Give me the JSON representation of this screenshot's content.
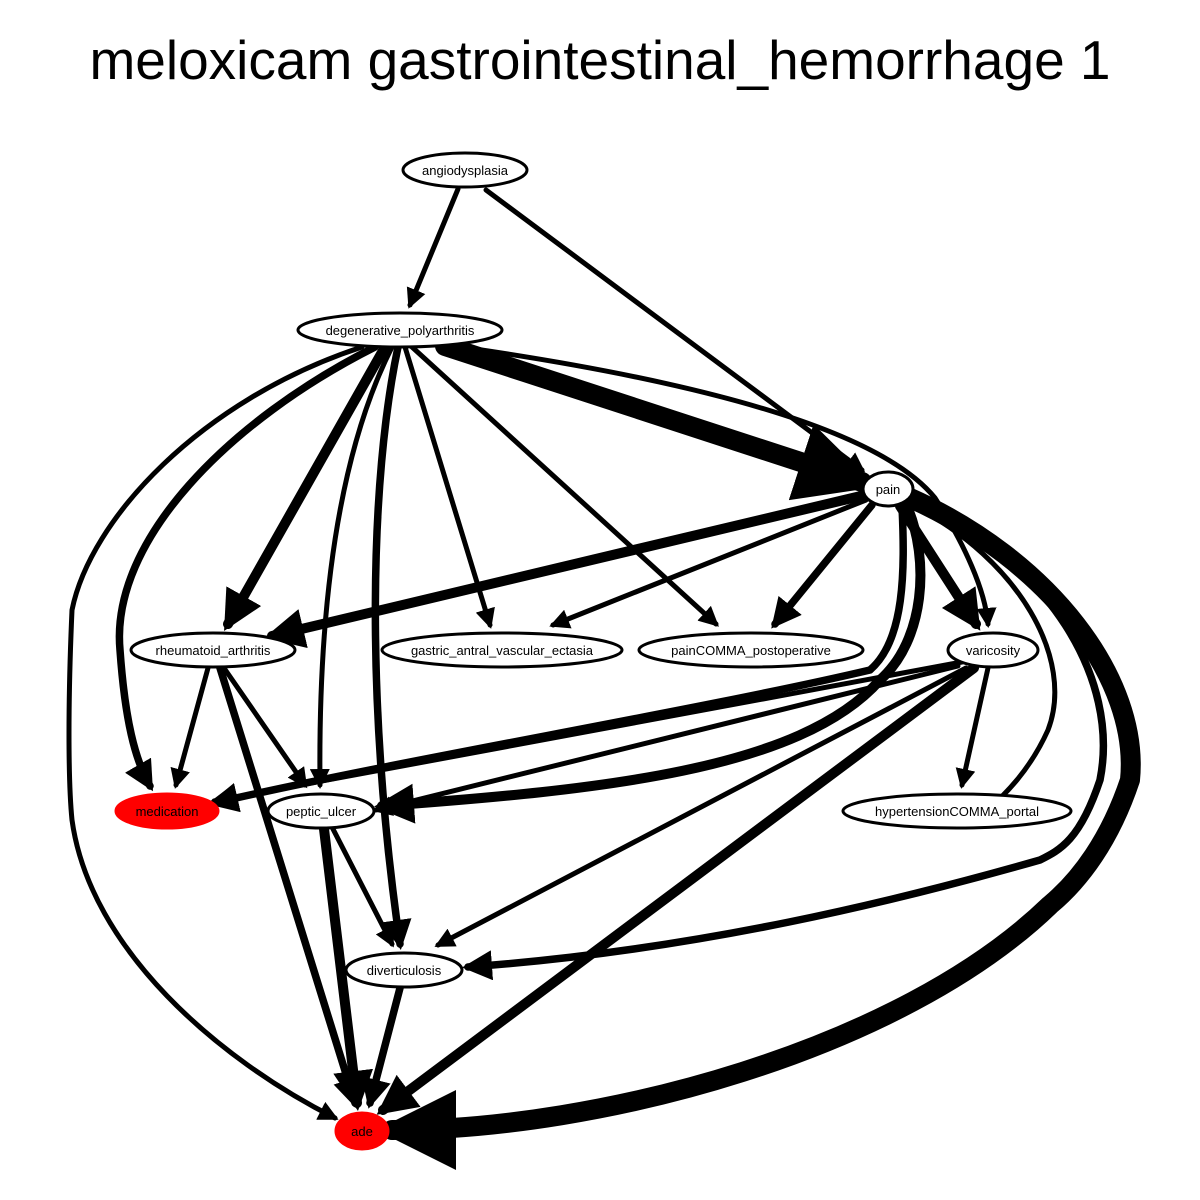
{
  "title": "meloxicam gastrointestinal_hemorrhage 1",
  "colors": {
    "highlight": "#ff0000",
    "normal": "#ffffff",
    "stroke": "#000000"
  },
  "nodes": [
    {
      "id": "angiodysplasia",
      "label": "angiodysplasia",
      "highlight": false
    },
    {
      "id": "degenerative_polyarthritis",
      "label": "degenerative_polyarthritis",
      "highlight": false
    },
    {
      "id": "pain",
      "label": "pain",
      "highlight": false
    },
    {
      "id": "rheumatoid_arthritis",
      "label": "rheumatoid_arthritis",
      "highlight": false
    },
    {
      "id": "gastric_antral_vascular_ectasia",
      "label": "gastric_antral_vascular_ectasia",
      "highlight": false
    },
    {
      "id": "painCOMMA_postoperative",
      "label": "painCOMMA_postoperative",
      "highlight": false
    },
    {
      "id": "varicosity",
      "label": "varicosity",
      "highlight": false
    },
    {
      "id": "medication",
      "label": "medication",
      "highlight": true
    },
    {
      "id": "peptic_ulcer",
      "label": "peptic_ulcer",
      "highlight": false
    },
    {
      "id": "hypertensionCOMMA_portal",
      "label": "hypertensionCOMMA_portal",
      "highlight": false
    },
    {
      "id": "diverticulosis",
      "label": "diverticulosis",
      "highlight": false
    },
    {
      "id": "ade",
      "label": "ade",
      "highlight": true
    }
  ],
  "edges": [
    {
      "from": "angiodysplasia",
      "to": "degenerative_polyarthritis",
      "weight": 1
    },
    {
      "from": "angiodysplasia",
      "to": "pain",
      "weight": 1
    },
    {
      "from": "degenerative_polyarthritis",
      "to": "pain",
      "weight": 4
    },
    {
      "from": "degenerative_polyarthritis",
      "to": "rheumatoid_arthritis",
      "weight": 2
    },
    {
      "from": "degenerative_polyarthritis",
      "to": "medication",
      "weight": 1.5
    },
    {
      "from": "degenerative_polyarthritis",
      "to": "ade",
      "weight": 1
    },
    {
      "from": "degenerative_polyarthritis",
      "to": "peptic_ulcer",
      "weight": 1
    },
    {
      "from": "degenerative_polyarthritis",
      "to": "diverticulosis",
      "weight": 1.5
    },
    {
      "from": "degenerative_polyarthritis",
      "to": "gastric_antral_vascular_ectasia",
      "weight": 1
    },
    {
      "from": "degenerative_polyarthritis",
      "to": "painCOMMA_postoperative",
      "weight": 1
    },
    {
      "from": "degenerative_polyarthritis",
      "to": "varicosity",
      "weight": 1
    },
    {
      "from": "pain",
      "to": "rheumatoid_arthritis",
      "weight": 2
    },
    {
      "from": "pain",
      "to": "gastric_antral_vascular_ectasia",
      "weight": 1
    },
    {
      "from": "pain",
      "to": "painCOMMA_postoperative",
      "weight": 1.5
    },
    {
      "from": "pain",
      "to": "varicosity",
      "weight": 2
    },
    {
      "from": "pain",
      "to": "medication",
      "weight": 1.5
    },
    {
      "from": "pain",
      "to": "peptic_ulcer",
      "weight": 2
    },
    {
      "from": "pain",
      "to": "hypertensionCOMMA_portal",
      "weight": 1
    },
    {
      "from": "pain",
      "to": "diverticulosis",
      "weight": 1.5
    },
    {
      "from": "pain",
      "to": "ade",
      "weight": 4
    },
    {
      "from": "rheumatoid_arthritis",
      "to": "medication",
      "weight": 1
    },
    {
      "from": "rheumatoid_arthritis",
      "to": "peptic_ulcer",
      "weight": 1
    },
    {
      "from": "rheumatoid_arthritis",
      "to": "ade",
      "weight": 1.5
    },
    {
      "from": "varicosity",
      "to": "medication",
      "weight": 1
    },
    {
      "from": "varicosity",
      "to": "peptic_ulcer",
      "weight": 1
    },
    {
      "from": "varicosity",
      "to": "hypertensionCOMMA_portal",
      "weight": 1
    },
    {
      "from": "varicosity",
      "to": "diverticulosis",
      "weight": 1
    },
    {
      "from": "varicosity",
      "to": "ade",
      "weight": 2
    },
    {
      "from": "peptic_ulcer",
      "to": "diverticulosis",
      "weight": 1
    },
    {
      "from": "peptic_ulcer",
      "to": "ade",
      "weight": 2
    },
    {
      "from": "diverticulosis",
      "to": "ade",
      "weight": 1.5
    }
  ]
}
